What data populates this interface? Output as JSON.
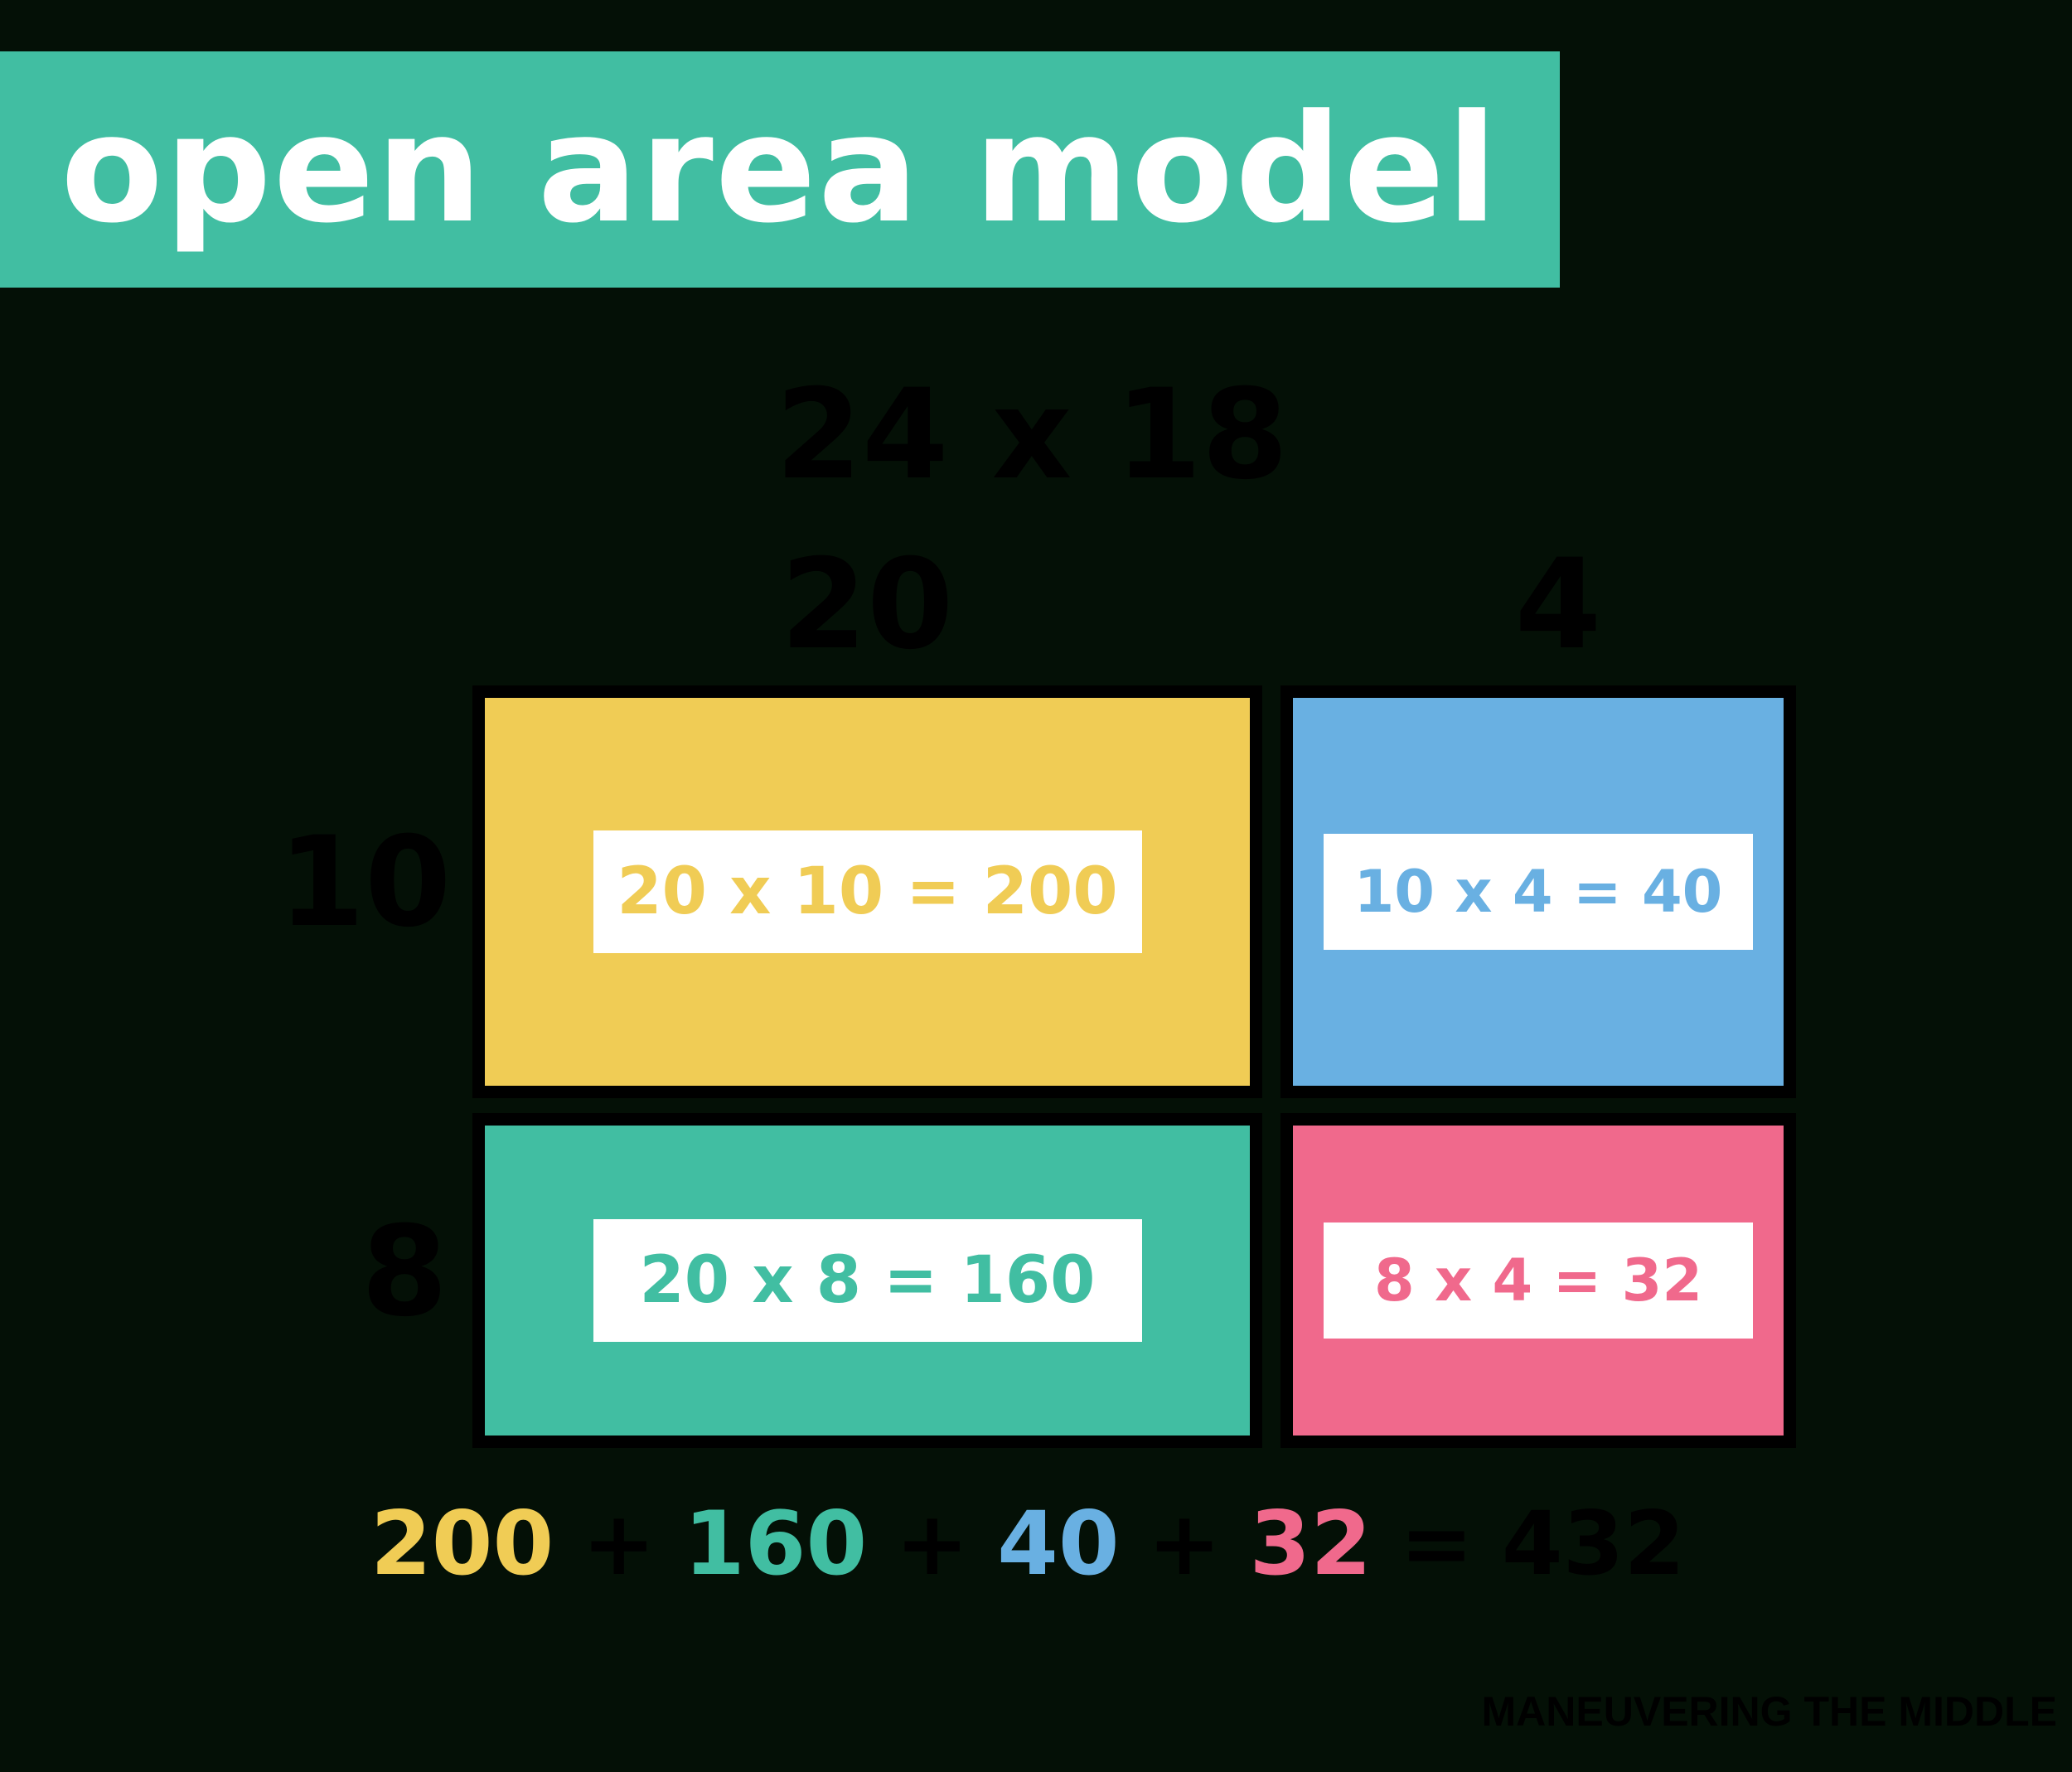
{
  "colors": {
    "background": "#041006",
    "black": "#000000",
    "white": "#FFFFFF",
    "teal": "#41BEA2",
    "yellow": "#F0CC55",
    "blue": "#69B0E2",
    "pink": "#F0698C"
  },
  "banner": {
    "label": "open area model",
    "bg_color": "#41BEA2",
    "text_color": "#FFFFFF"
  },
  "problem": {
    "expression": "24 x 18"
  },
  "grid": {
    "column_labels": [
      {
        "label": "20"
      },
      {
        "label": "4"
      }
    ],
    "row_labels": [
      {
        "label": "10"
      },
      {
        "label": "8"
      }
    ],
    "cells": [
      {
        "id": "cell-20x10",
        "equation": "20 x 10 = 200",
        "bg_color": "#F0CC55",
        "text_color": "#F0CC55"
      },
      {
        "id": "cell-10x4",
        "equation": "10 x 4 = 40",
        "bg_color": "#69B0E2",
        "text_color": "#69B0E2"
      },
      {
        "id": "cell-20x8",
        "equation": "20 x 8 = 160",
        "bg_color": "#41BEA2",
        "text_color": "#41BEA2"
      },
      {
        "id": "cell-8x4",
        "equation": "8 x 4 = 32",
        "bg_color": "#F0698C",
        "text_color": "#F0698C"
      }
    ]
  },
  "sum_equation": {
    "parts": [
      {
        "text": "200",
        "color": "#F0CC55"
      },
      {
        "text": "+",
        "color": "#000000"
      },
      {
        "text": "160",
        "color": "#41BEA2"
      },
      {
        "text": "+",
        "color": "#000000"
      },
      {
        "text": "40",
        "color": "#69B0E2"
      },
      {
        "text": "+",
        "color": "#000000"
      },
      {
        "text": "32",
        "color": "#F0698C"
      },
      {
        "text": "=",
        "color": "#000000"
      },
      {
        "text": "432",
        "color": "#000000"
      }
    ]
  },
  "watermark": {
    "label": "MANEUVERING THE MIDDLE"
  }
}
